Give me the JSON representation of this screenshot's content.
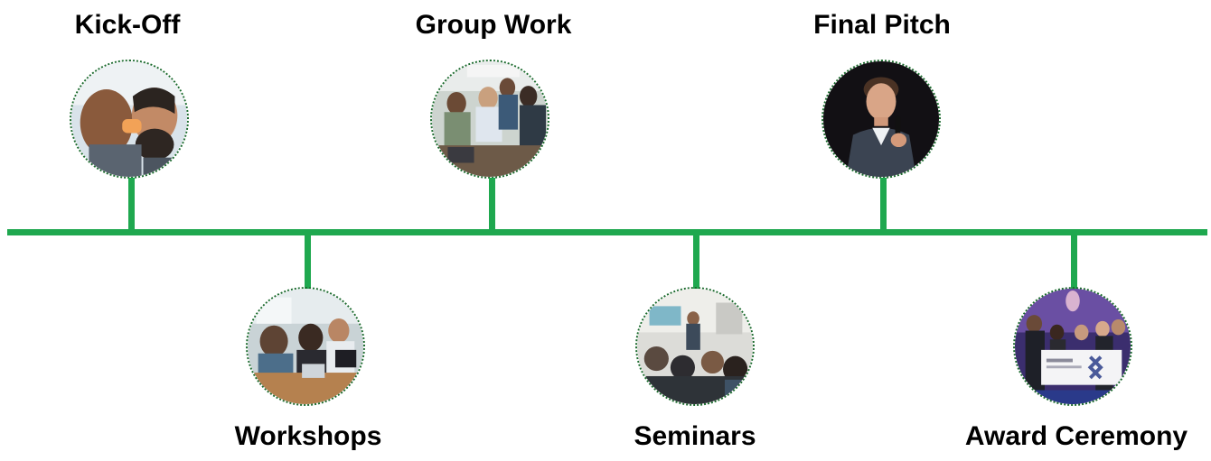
{
  "timeline": {
    "events": [
      {
        "label": "Kick-Off",
        "photo": "people-drinking-photo"
      },
      {
        "label": "Workshops",
        "photo": "team-meeting-photo"
      },
      {
        "label": "Group Work",
        "photo": "group-seated-photo"
      },
      {
        "label": "Seminars",
        "photo": "seminar-audience-photo"
      },
      {
        "label": "Final Pitch",
        "photo": "speaker-microphone-photo"
      },
      {
        "label": "Award Ceremony",
        "photo": "award-winners-photo"
      }
    ]
  },
  "colors": {
    "timeline_green": "#1fa84f",
    "circle_border": "#1c6b2e"
  }
}
